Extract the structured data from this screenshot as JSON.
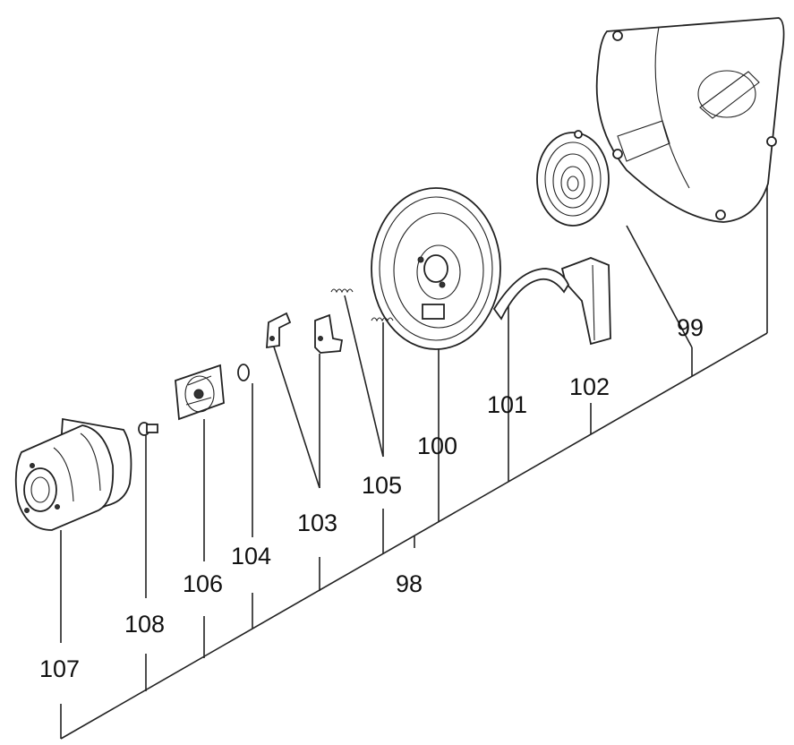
{
  "figure": {
    "group_label": "98",
    "parts": [
      {
        "id": "p99",
        "label": "99"
      },
      {
        "id": "p100",
        "label": "100"
      },
      {
        "id": "p101",
        "label": "101"
      },
      {
        "id": "p102",
        "label": "102"
      },
      {
        "id": "p103",
        "label": "103"
      },
      {
        "id": "p104",
        "label": "104"
      },
      {
        "id": "p105",
        "label": "105"
      },
      {
        "id": "p106",
        "label": "106"
      },
      {
        "id": "p107",
        "label": "107"
      },
      {
        "id": "p108",
        "label": "108"
      }
    ]
  }
}
